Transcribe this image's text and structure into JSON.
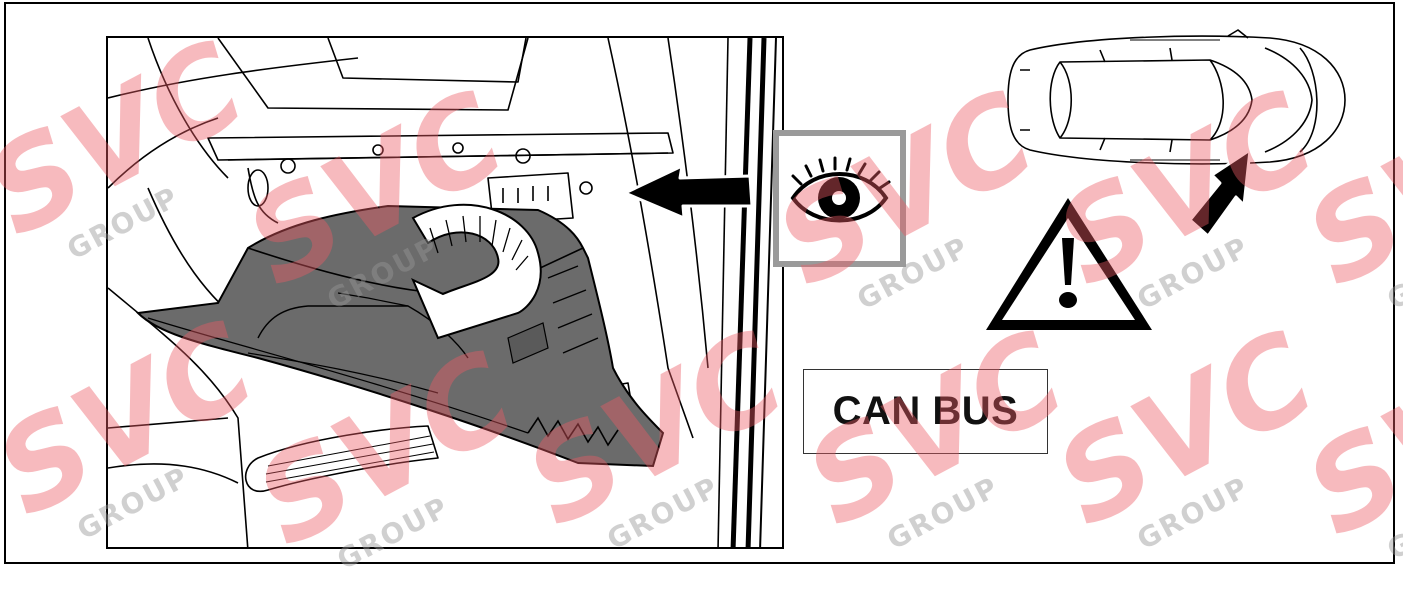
{
  "diagram": {
    "label_can_bus": "CAN BUS",
    "icons": {
      "view_eye": "eye-icon",
      "view_arrow": "arrow-left-icon",
      "warning": "warning-triangle-icon",
      "location_arrow": "arrow-icon",
      "vehicle": "car-top-view-icon",
      "glovebox_rotation": "curved-arrow-icon"
    },
    "colors": {
      "glovebox_fill": "#6b6b6b",
      "eye_box_border": "#9a9a9a",
      "watermark_red": "#ec5a64",
      "watermark_gray": "#969696"
    }
  },
  "watermark": {
    "brand": "SVC",
    "sub": "GROUP"
  }
}
